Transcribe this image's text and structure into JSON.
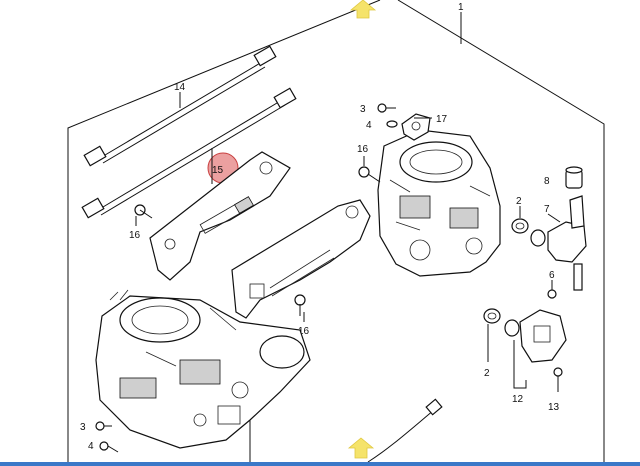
{
  "colors": {
    "highlight_fill": "#e88f8f",
    "highlight_stroke": "#c94040",
    "arrow": "#f5e36a",
    "frame": "#111111",
    "bottom_bar": "#3a78c8"
  },
  "labels": {
    "top_ref": "1",
    "cable_14": "14",
    "highlight_15": "15",
    "bolt_16_left": "16",
    "bolt_16_mid": "16",
    "bolt_16_upper": "16",
    "screw_3_top": "3",
    "washer_4_top": "4",
    "part_17": "17",
    "cap_8": "8",
    "seal_2_right": "2",
    "sensor_7": "7",
    "washer_6": "6",
    "seal_2_lower": "2",
    "sensor_12": "12",
    "bolt_13": "13",
    "screw_3_bottom": "3",
    "washer_4_bottom": "4"
  },
  "icons": {
    "top_arrow": "up-arrow-icon",
    "bottom_arrow": "up-arrow-icon"
  }
}
